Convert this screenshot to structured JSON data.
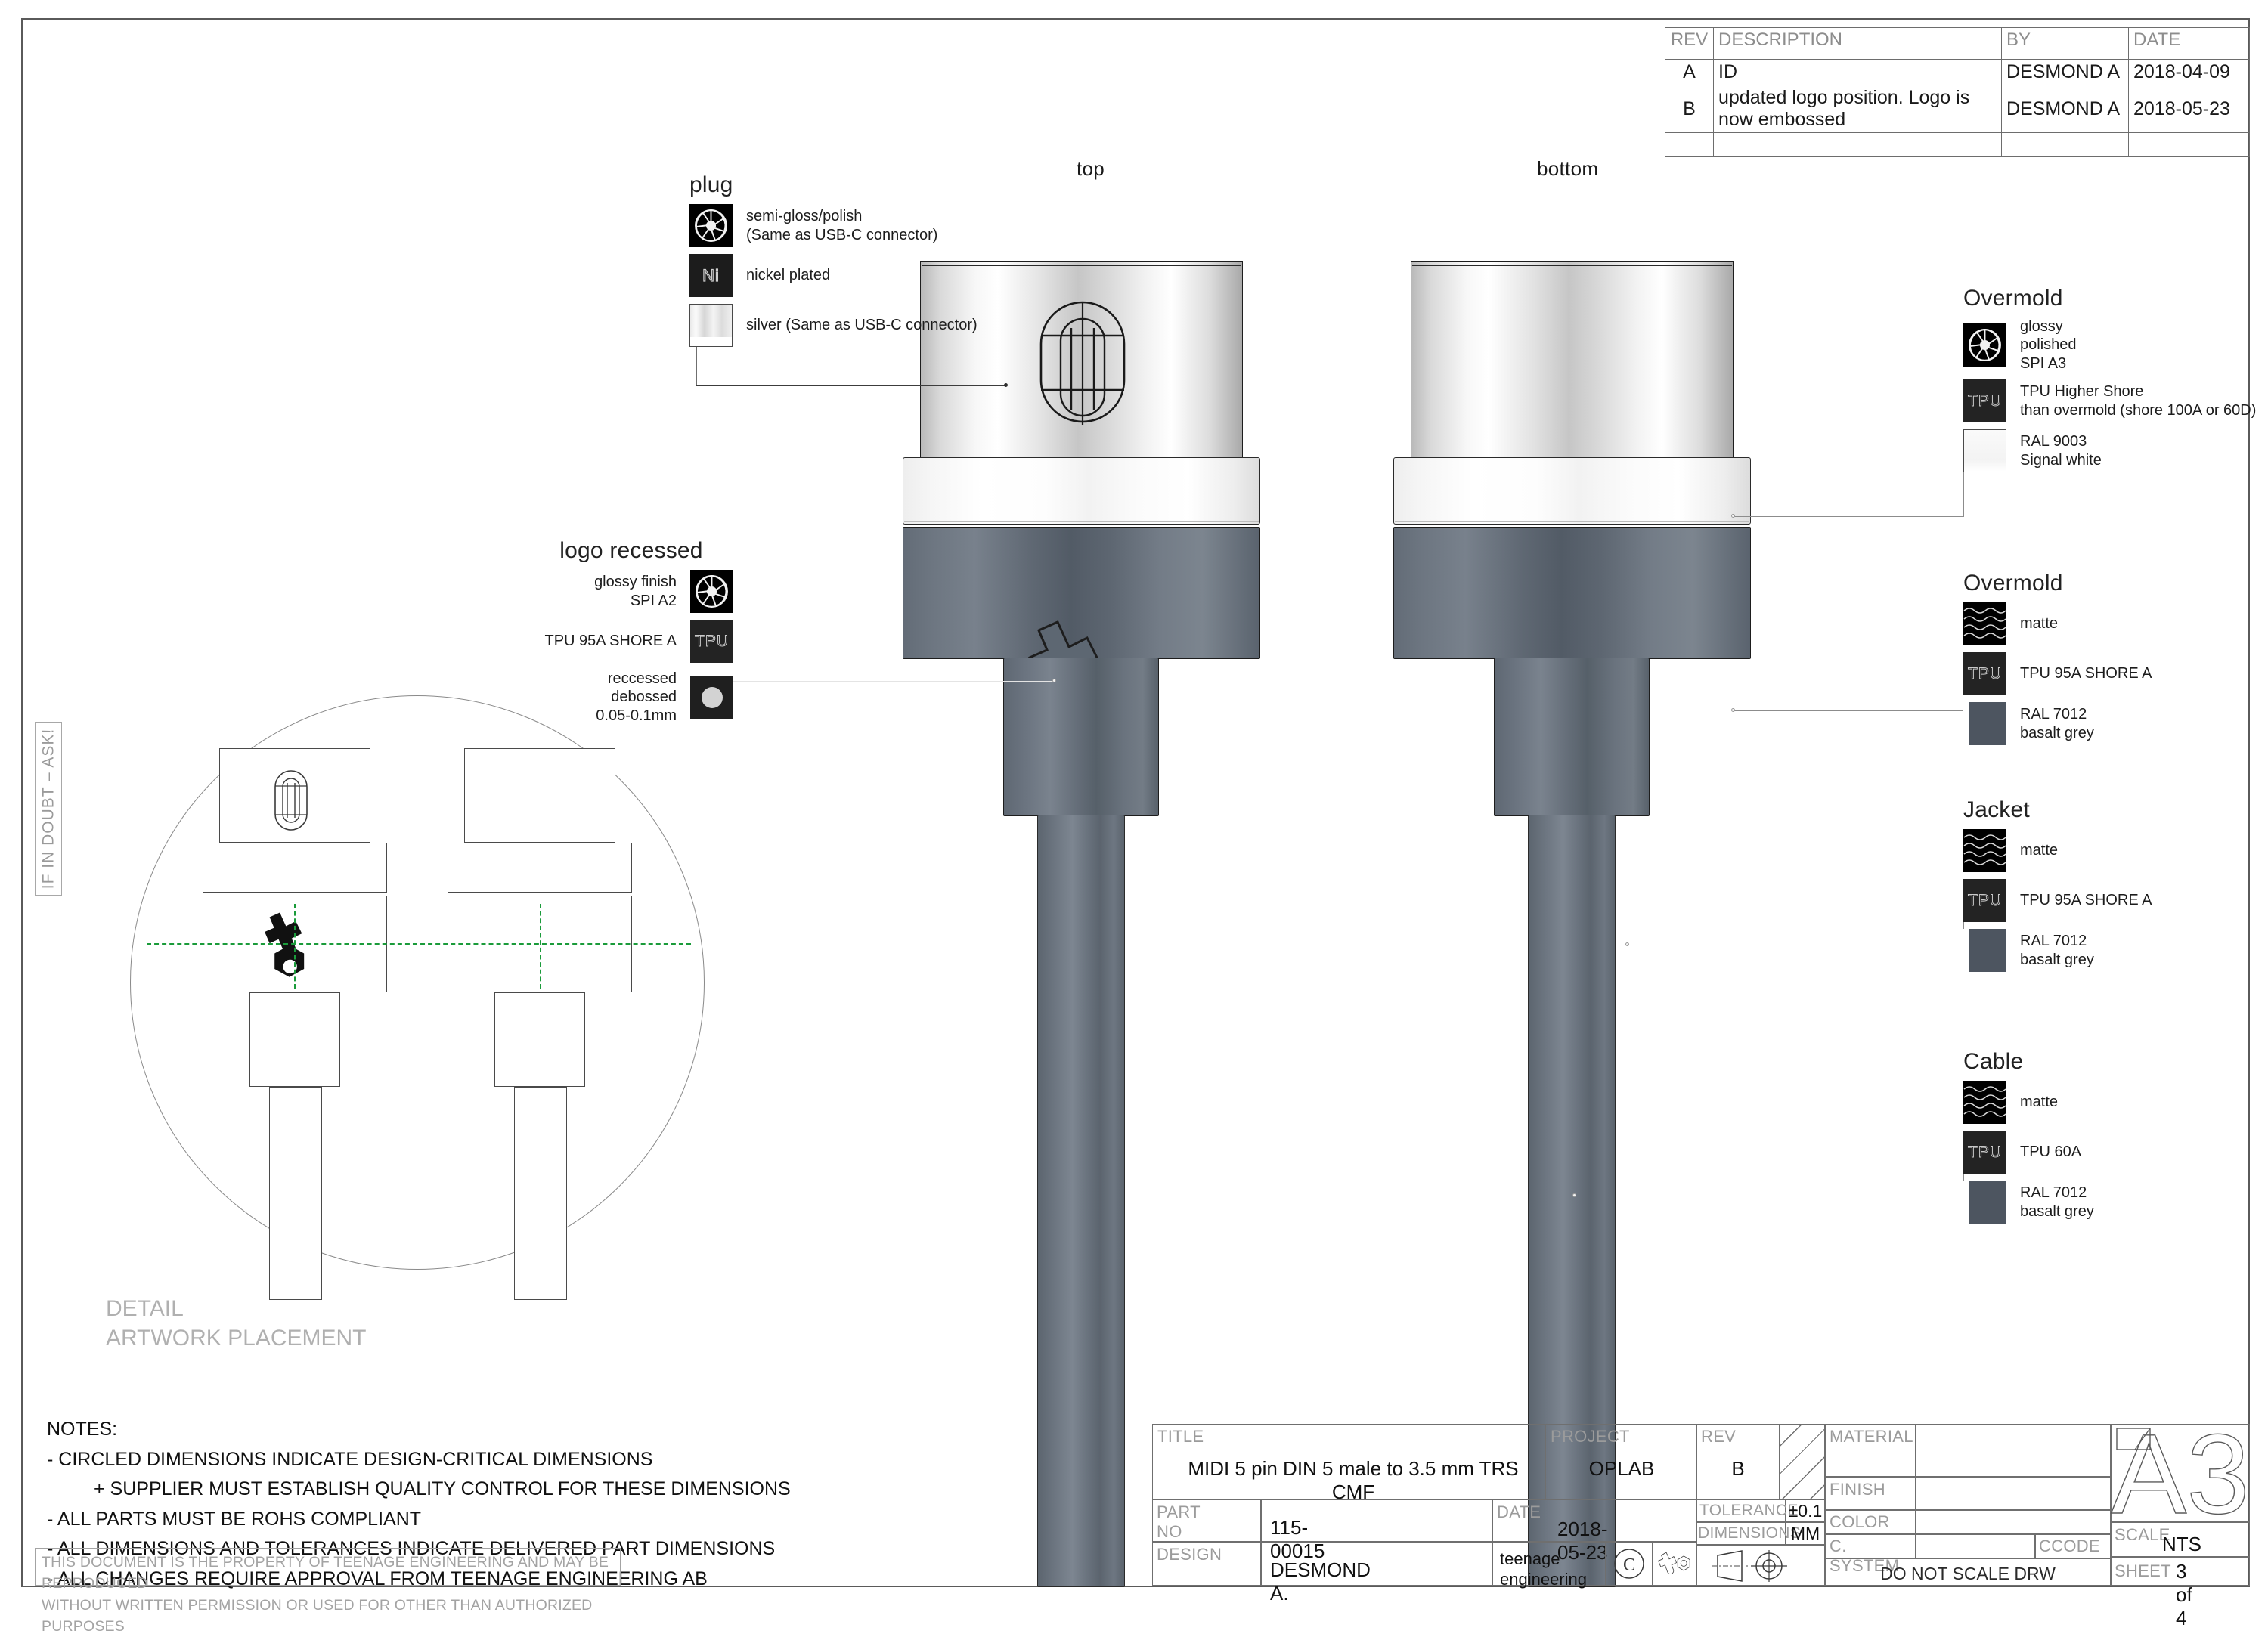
{
  "revision_table": {
    "headers": [
      "REV",
      "DESCRIPTION",
      "BY",
      "DATE"
    ],
    "rows": [
      {
        "rev": "A",
        "description": "ID",
        "by": "DESMOND A",
        "date": "2018-04-09"
      },
      {
        "rev": "B",
        "description": "updated logo position. Logo is now embossed",
        "by": "DESMOND A",
        "date": "2018-05-23"
      }
    ]
  },
  "views": {
    "top_label": "top",
    "bottom_label": "bottom"
  },
  "legends": {
    "plug": {
      "title": "plug",
      "items": [
        {
          "icon": "gloss-spiral-swatch",
          "label": "semi-gloss/polish\n(Same as USB-C connector)"
        },
        {
          "icon": "ni-swatch",
          "label": "nickel plated"
        },
        {
          "icon": "silver-swatch",
          "label": "silver (Same as USB-C connector)"
        }
      ]
    },
    "logo_recessed": {
      "title": "logo recessed",
      "items": [
        {
          "icon": "gloss-spiral-swatch",
          "label": "glossy finish\nSPI A2"
        },
        {
          "icon": "tpu-swatch",
          "label": "TPU 95A SHORE A"
        },
        {
          "icon": "recessed-dot-swatch",
          "label": "reccessed\ndebossed\n0.05-0.1mm"
        }
      ]
    },
    "overmold_white": {
      "title": "Overmold",
      "items": [
        {
          "icon": "gloss-spiral-swatch",
          "label": "glossy\npolished\nSPI A3"
        },
        {
          "icon": "tpu-swatch",
          "label": "TPU Higher Shore\nthan overmold (shore 100A or 60D)"
        },
        {
          "icon": "white-swatch",
          "label": "RAL 9003\nSignal white"
        }
      ]
    },
    "overmold_grey": {
      "title": "Overmold",
      "items": [
        {
          "icon": "matte-wave-swatch",
          "label": "matte"
        },
        {
          "icon": "tpu-swatch",
          "label": "TPU 95A SHORE A"
        },
        {
          "icon": "grey-swatch",
          "label": "RAL 7012\nbasalt grey"
        }
      ]
    },
    "jacket": {
      "title": "Jacket",
      "items": [
        {
          "icon": "matte-wave-swatch",
          "label": "matte"
        },
        {
          "icon": "tpu-swatch",
          "label": "TPU 95A SHORE A"
        },
        {
          "icon": "grey-swatch",
          "label": "RAL 7012\nbasalt grey"
        }
      ]
    },
    "cable": {
      "title": "Cable",
      "items": [
        {
          "icon": "matte-wave-swatch",
          "label": "matte"
        },
        {
          "icon": "tpu-swatch",
          "label": "TPU 60A"
        },
        {
          "icon": "grey-swatch",
          "label": "RAL 7012\nbasalt grey"
        }
      ]
    }
  },
  "swatch_text": {
    "tpu": "TPU",
    "ni": "Ni"
  },
  "detail": {
    "caption_line1": "DETAIL",
    "caption_line2": "ARTWORK PLACEMENT"
  },
  "side_note": "IF IN DOUBT – ASK!",
  "notes": {
    "heading": "NOTES:",
    "lines": [
      "- CIRCLED DIMENSIONS INDICATE DESIGN-CRITICAL DIMENSIONS",
      "+ SUPPLIER MUST ESTABLISH QUALITY CONTROL FOR THESE DIMENSIONS",
      "- ALL PARTS MUST BE ROHS COMPLIANT",
      "- ALL DIMENSIONS AND TOLERANCES INDICATE DELIVERED PART DIMENSIONS",
      "- ALL CHANGES REQUIRE APPROVAL FROM TEENAGE ENGINEERING AB"
    ]
  },
  "copyright": "THIS DOCUMENT IS THE PROPERTY OF TEENAGE ENGINEERING AND MAY BE REPRODUCED\nWITHOUT WRITTEN PERMISSION OR USED FOR OTHER THAN AUTHORIZED PURPOSES",
  "title_block": {
    "title_label": "TITLE",
    "title_value": "MIDI 5 pin DIN 5 male to 3.5 mm TRS CMF",
    "project_label": "PROJECT",
    "project_value": "OPLAB",
    "rev_label": "REV",
    "rev_value": "B",
    "material_label": "MATERIAL",
    "material_value": "",
    "finish_label": "FINISH",
    "finish_value": "",
    "part_no_label": "PART NO",
    "part_no_value": "115-00015",
    "date_label": "DATE",
    "date_value": "2018-05-23",
    "tolerance_label": "TOLERANCE",
    "tolerance_value": "±0.1",
    "dimensions_label": "DIMENSIONS",
    "dimensions_value": "MM",
    "color_label": "COLOR",
    "color_value": "",
    "c_system_label": "C. SYSTEM",
    "c_system_value": "",
    "ccode_label": "CCODE",
    "ccode_value": "",
    "design_label": "DESIGN",
    "design_value": "DESMOND A.",
    "company_line1": "teenage",
    "company_line2": "engineering",
    "do_not_scale": "DO NOT SCALE DRW",
    "sheet_size": "A3",
    "scale_label": "SCALE",
    "scale_value": "NTS",
    "sheet_label": "SHEET",
    "sheet_value": "3 of 4"
  },
  "colors": {
    "basalt_grey": "#4d5560",
    "signal_white": "#fafafa",
    "centerline_green": "#1a9b3a",
    "border_grey": "#5a5a5a"
  }
}
